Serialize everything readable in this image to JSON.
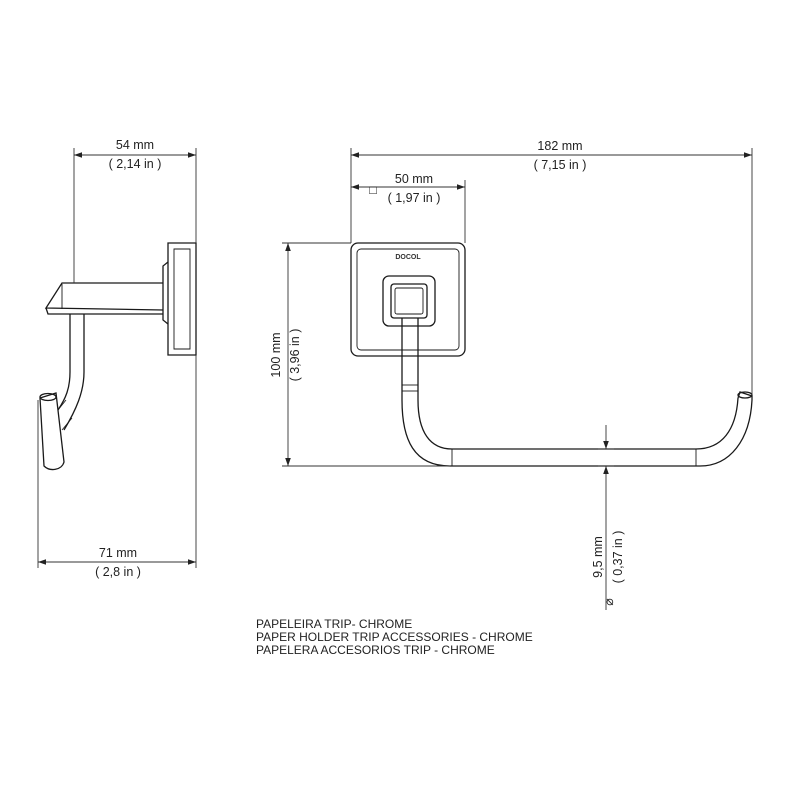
{
  "dimensions": {
    "side_top": {
      "mm": "54 mm",
      "in": "( 2,14 in )"
    },
    "side_bottom": {
      "mm": "71 mm",
      "in": "( 2,8 in )"
    },
    "overall_width": {
      "mm": "182 mm",
      "in": "( 7,15 in )"
    },
    "base_width": {
      "mm": "50 mm",
      "in": "( 1,97 in )"
    },
    "height": {
      "mm": "100 mm",
      "in": "( 3,96 in )"
    },
    "tube_diameter": {
      "mm": "9,5 mm",
      "in": "( 0,37 in )"
    }
  },
  "symbols": {
    "square": "□",
    "diameter": "⌀"
  },
  "logo": "DOCOL",
  "caption": {
    "line1": "PAPELEIRA TRIP- CHROME",
    "line2": "PAPER HOLDER TRIP ACCESSORIES - CHROME",
    "line3": "PAPELERA ACCESORIOS TRIP - CHROME"
  },
  "colors": {
    "line": "#1a1a1a",
    "dim_line": "#333333",
    "background": "#ffffff"
  }
}
